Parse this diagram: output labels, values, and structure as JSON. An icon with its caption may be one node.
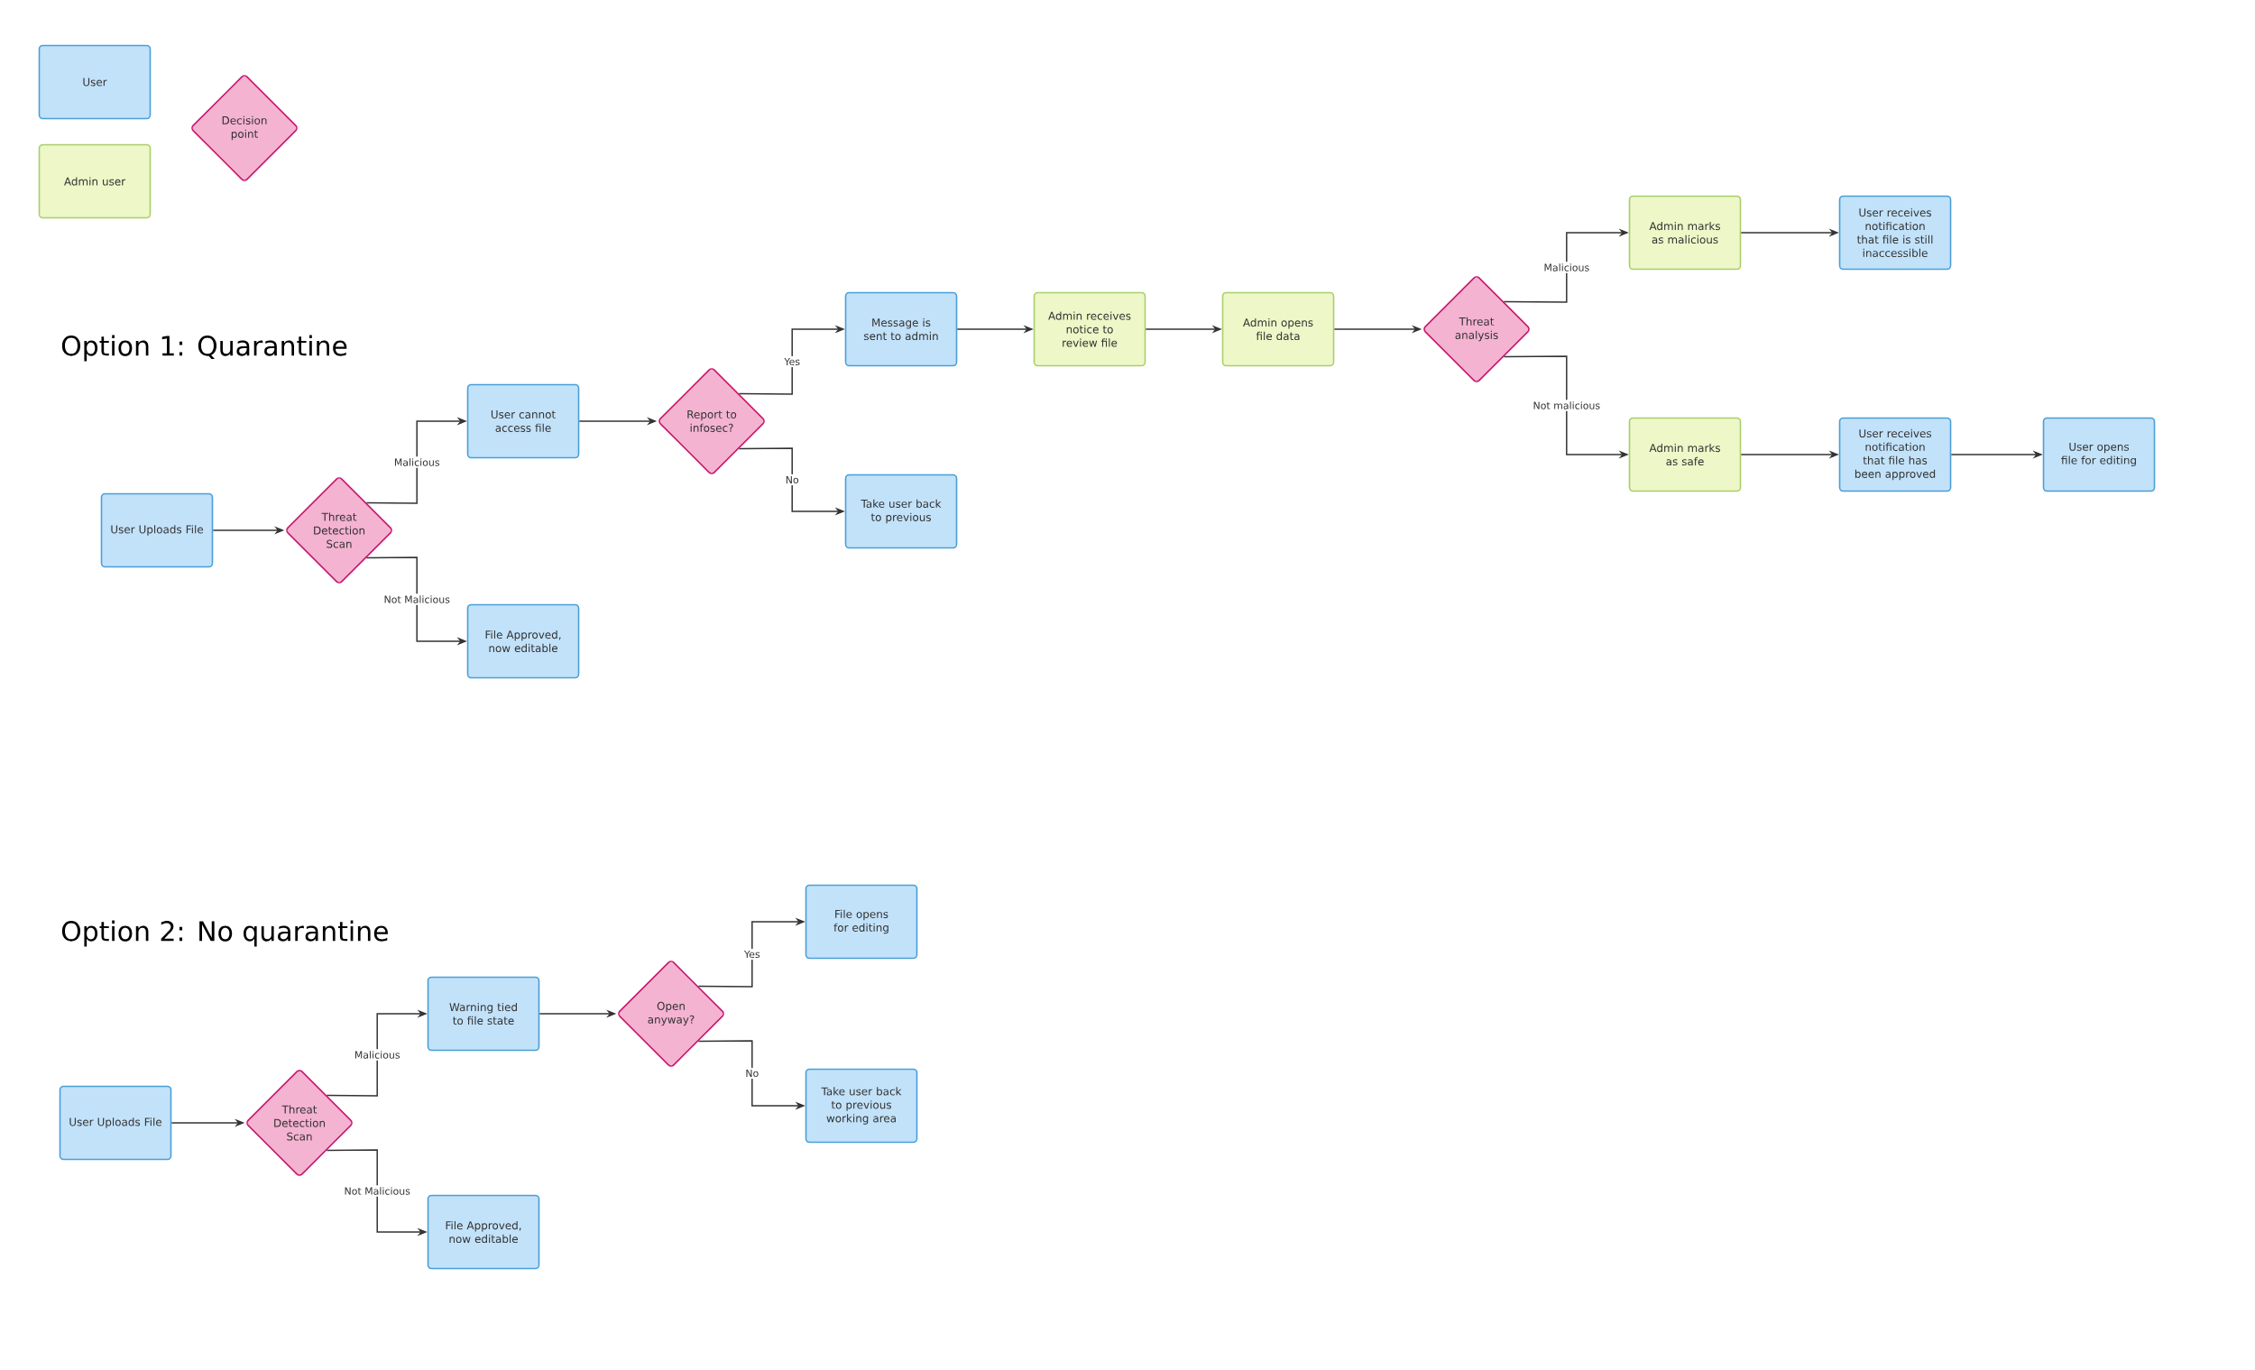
{
  "diagram": {
    "nodes": [
      {
        "text": [
          "User"
        ]
      },
      {
        "text": [
          "Admin user"
        ]
      },
      {
        "text": [
          "Decision point"
        ]
      },
      {
        "text": [
          "User Uploads File"
        ]
      },
      {
        "text": [
          "Threat Detection Scan"
        ]
      },
      {
        "text": [
          "User cannot access file"
        ]
      },
      {
        "text": [
          "File Approved, now editable"
        ]
      },
      {
        "text": [
          "Report to infosec?"
        ]
      },
      {
        "text": [
          "Message is sent to admin"
        ]
      },
      {
        "text": [
          "Take user back to previous"
        ]
      },
      {
        "text": [
          "Admin receives notice to review file"
        ]
      },
      {
        "text": [
          "Admin opens file data"
        ]
      },
      {
        "text": [
          "Threat analysis"
        ]
      },
      {
        "text": [
          "Admin marks as malicious"
        ]
      },
      {
        "text": [
          "User receives notification that file is still inaccessible"
        ]
      },
      {
        "text": [
          "Admin marks as safe"
        ]
      },
      {
        "text": [
          "User receives notification that file has been approved"
        ]
      },
      {
        "text": [
          "User opens file for editing"
        ]
      },
      {
        "text": [
          "User Uploads File"
        ]
      },
      {
        "text": [
          "Threat Detection Scan"
        ]
      },
      {
        "text": [
          "Warning tied to file state"
        ]
      },
      {
        "text": [
          "File Approved, now editable"
        ]
      },
      {
        "text": [
          "Open anyway?"
        ]
      },
      {
        "text": [
          "File opens for editing"
        ]
      },
      {
        "text": [
          "Take user back to previous working area"
        ]
      }
    ],
    "edges": [
      {
        "from": 3,
        "to": 4,
        "arrow": "to"
      },
      {
        "from": 4,
        "to": 5,
        "arrow": "to",
        "label": "Malicious"
      },
      {
        "from": 4,
        "to": 6,
        "arrow": "to",
        "label": "Not Malicious"
      },
      {
        "from": 5,
        "to": 7,
        "arrow": "to"
      },
      {
        "from": 7,
        "to": 8,
        "arrow": "to",
        "label": "Yes"
      },
      {
        "from": 7,
        "to": 9,
        "arrow": "to",
        "label": "No"
      },
      {
        "from": 8,
        "to": 10,
        "arrow": "to"
      },
      {
        "from": 10,
        "to": 11,
        "arrow": "to"
      },
      {
        "from": 11,
        "to": 12,
        "arrow": "to"
      },
      {
        "from": 12,
        "to": 13,
        "arrow": "to",
        "label": "Malicious"
      },
      {
        "from": 12,
        "to": 15,
        "arrow": "to",
        "label": "Not malicious"
      },
      {
        "from": 13,
        "to": 14,
        "arrow": "to"
      },
      {
        "from": 15,
        "to": 16,
        "arrow": "to"
      },
      {
        "from": 16,
        "to": 17,
        "arrow": "to"
      },
      {
        "from": 18,
        "to": 19,
        "arrow": "to"
      },
      {
        "from": 19,
        "to": 20,
        "arrow": "to",
        "label": "Malicious"
      },
      {
        "from": 19,
        "to": 21,
        "arrow": "to",
        "label": "Not Malicious"
      },
      {
        "from": 20,
        "to": 22,
        "arrow": "to"
      },
      {
        "from": 22,
        "to": 23,
        "arrow": "to",
        "label": "Yes"
      },
      {
        "from": 22,
        "to": 24,
        "arrow": "to",
        "label": "No"
      }
    ],
    "labels": [
      "Option 1: Quarantine",
      "Option 2: No quarantine"
    ]
  }
}
